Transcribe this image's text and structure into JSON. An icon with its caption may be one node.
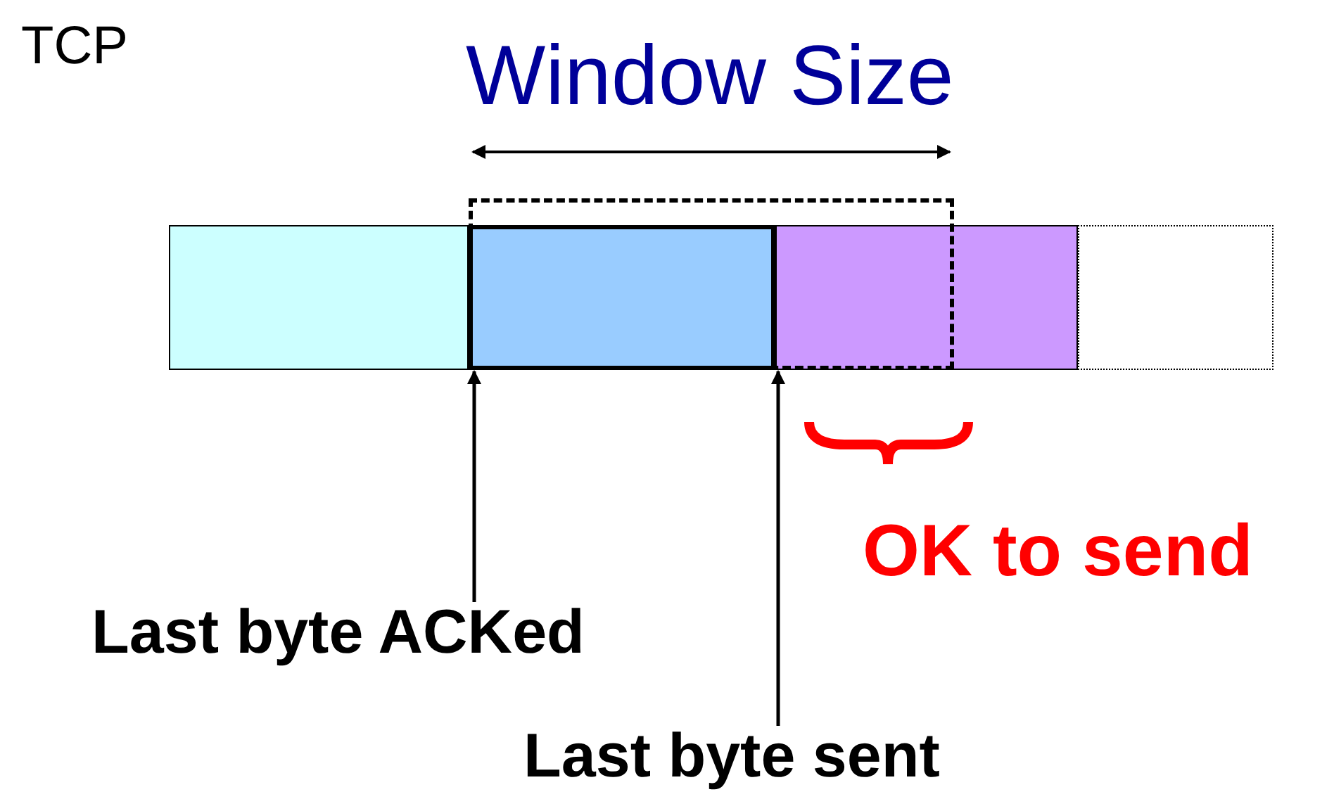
{
  "diagram": {
    "nodes": [
      {
        "text": [],
        "shape": "box"
      },
      {
        "text": [],
        "shape": "box",
        "in": 4
      },
      {
        "text": [],
        "shape": "box"
      },
      {
        "text": [],
        "shape": "box"
      },
      {
        "text": [],
        "shape": "box"
      },
      {
        "text": [
          "Last byte ACKed"
        ]
      },
      {
        "text": [
          "Last byte sent"
        ]
      }
    ],
    "edges": [
      {
        "from": 5,
        "to": 1,
        "arrow": "to"
      },
      {
        "from": 6,
        "to": 2,
        "arrow": "to"
      }
    ],
    "labels": [
      "TCP",
      "Window Size",
      "OK to send"
    ]
  }
}
